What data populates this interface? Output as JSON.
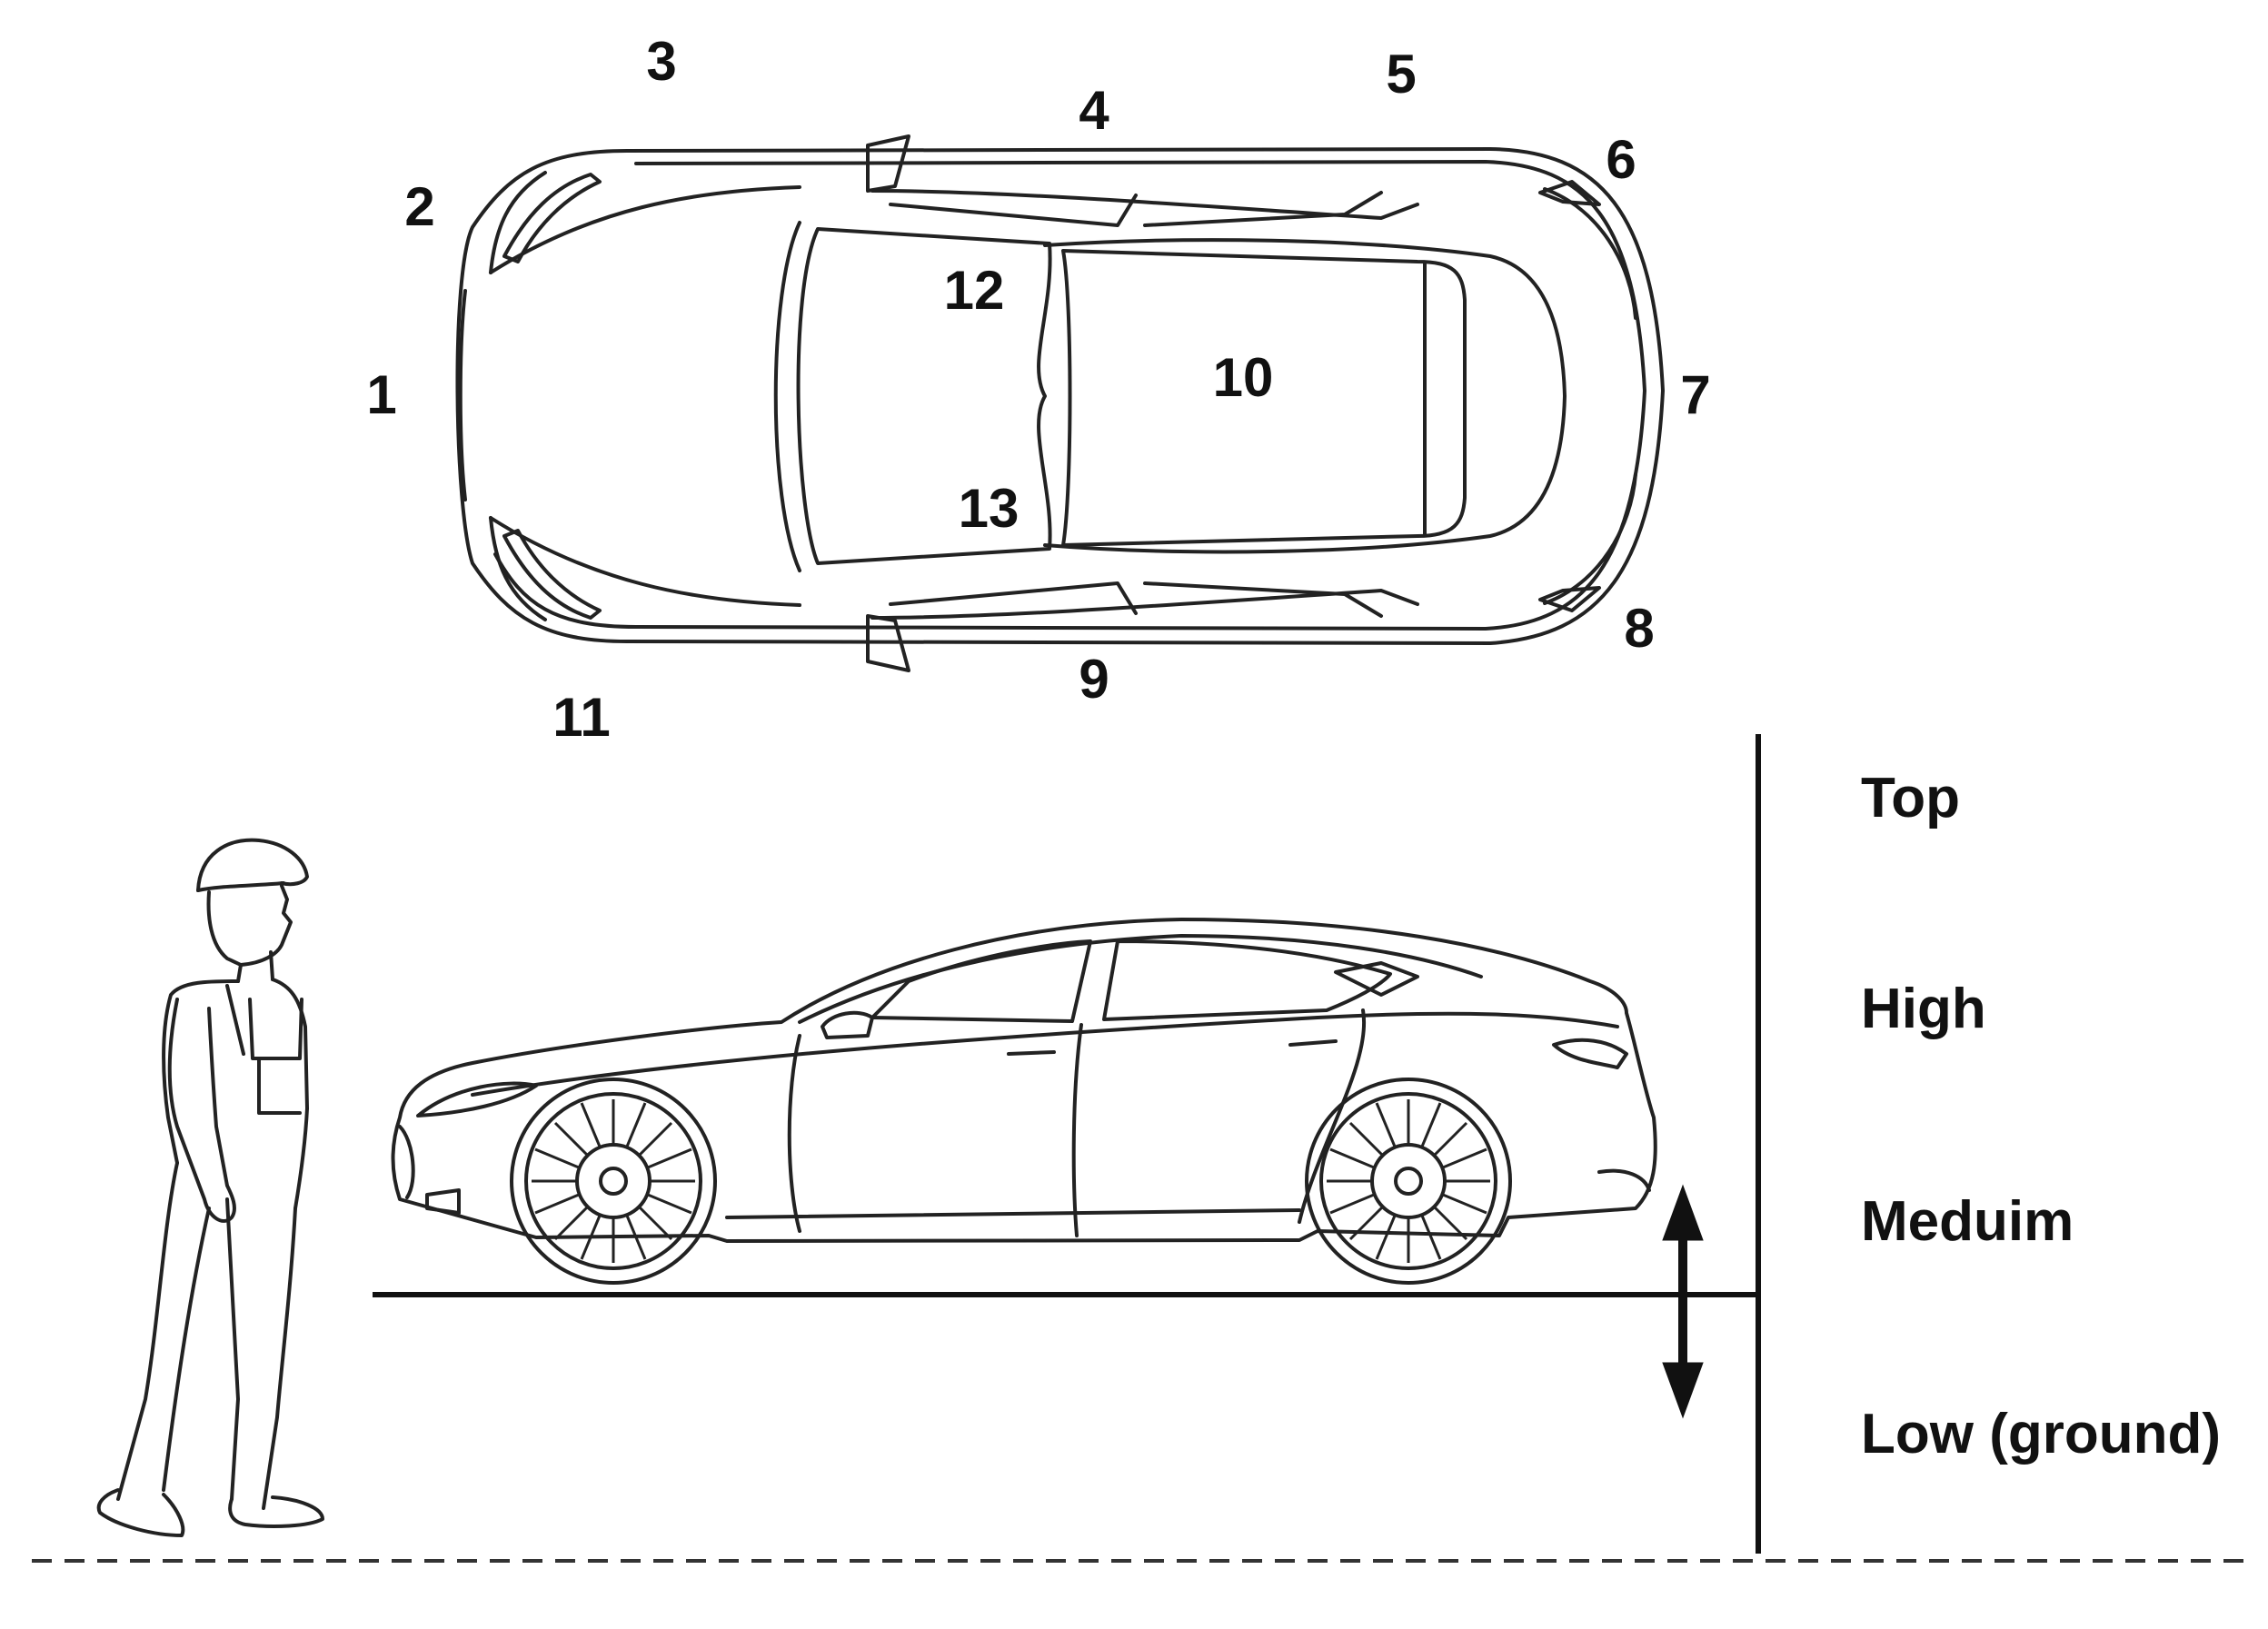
{
  "top_view": {
    "positions": [
      {
        "id": "1",
        "label": "1"
      },
      {
        "id": "2",
        "label": "2"
      },
      {
        "id": "3",
        "label": "3"
      },
      {
        "id": "4",
        "label": "4"
      },
      {
        "id": "5",
        "label": "5"
      },
      {
        "id": "6",
        "label": "6"
      },
      {
        "id": "7",
        "label": "7"
      },
      {
        "id": "8",
        "label": "8"
      },
      {
        "id": "9",
        "label": "9"
      },
      {
        "id": "10",
        "label": "10"
      },
      {
        "id": "11",
        "label": "11"
      },
      {
        "id": "12",
        "label": "12"
      },
      {
        "id": "13",
        "label": "13"
      }
    ]
  },
  "height_scale": {
    "levels": [
      "Top",
      "High",
      "Meduim",
      "Low (ground)"
    ]
  },
  "colors": {
    "ink": "#111111",
    "background": "#ffffff"
  },
  "icons": {
    "car_top": "car-top-view-icon",
    "car_side": "car-side-view-icon",
    "person": "person-standing-icon",
    "arrow": "double-arrow-vertical-icon"
  }
}
